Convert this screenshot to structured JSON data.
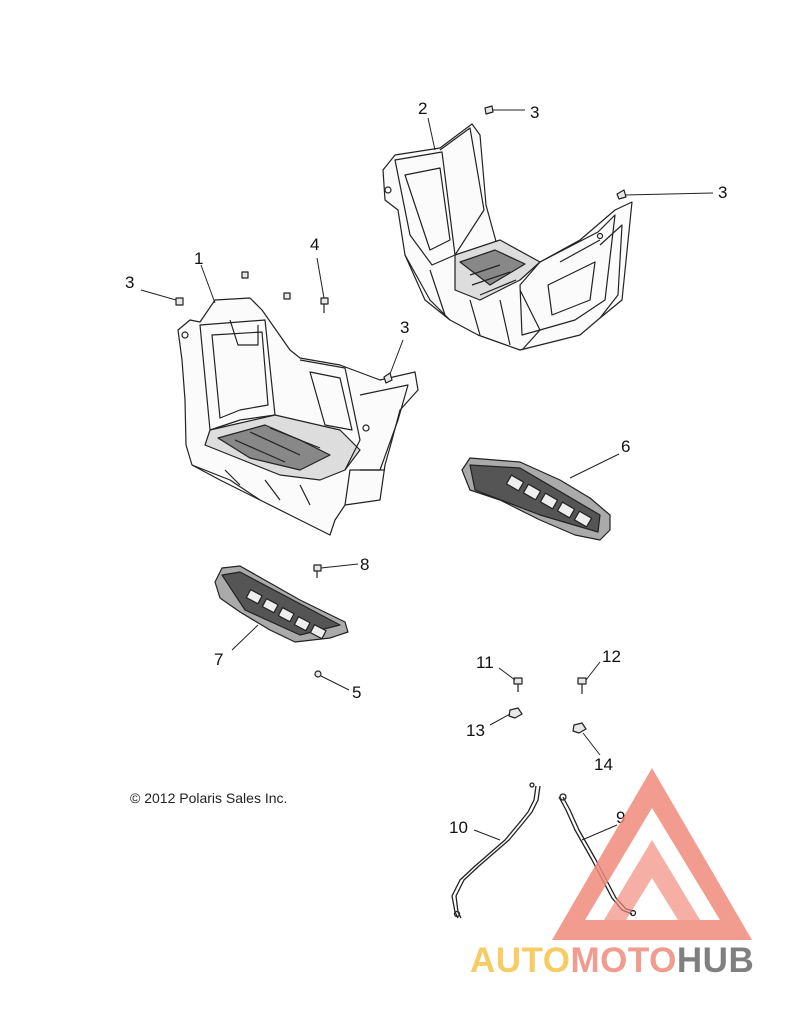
{
  "callouts": {
    "c1": "1",
    "c2": "2",
    "c3a": "3",
    "c3b": "3",
    "c3c": "3",
    "c3d": "3",
    "c4": "4",
    "c5": "5",
    "c6": "6",
    "c7": "7",
    "c8": "8",
    "c9": "9",
    "c10": "10",
    "c11": "11",
    "c12": "12",
    "c13": "13",
    "c14": "14"
  },
  "copyright": "© 2012 Polaris Sales Inc.",
  "watermark": {
    "part1": "AUTO",
    "part2": "MOTO",
    "part3": "HUB",
    "color_primary": "#f5c44a",
    "color_secondary": "#f08a7c",
    "color_tertiary": "#6b6b6b"
  }
}
